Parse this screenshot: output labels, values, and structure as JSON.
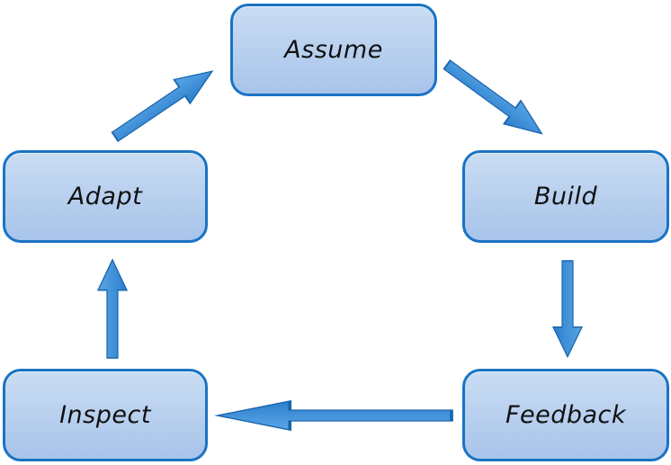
{
  "diagram": {
    "colors": {
      "node_border": "#1a73c4",
      "node_fill": "#b7cfee",
      "arrow_fill": "#3b8fd6",
      "arrow_stroke": "#1a65ad"
    },
    "nodes": {
      "assume": "Assume",
      "build": "Build",
      "feedback": "Feedback",
      "inspect": "Inspect",
      "adapt": "Adapt"
    },
    "cycle_order": [
      "Assume",
      "Build",
      "Feedback",
      "Inspect",
      "Adapt"
    ]
  }
}
